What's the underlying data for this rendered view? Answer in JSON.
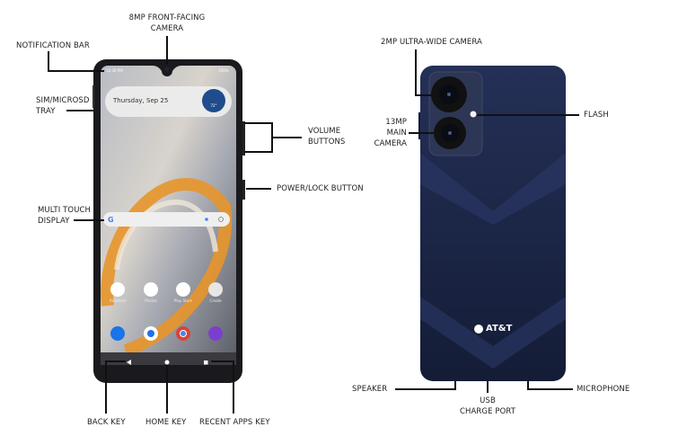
{
  "labels": {
    "front_camera": [
      "8MP FRONT-FACING",
      "CAMERA"
    ],
    "notification_bar": "NOTIFICATION BAR",
    "sim_tray": [
      "SIM/MICROSD",
      "TRAY"
    ],
    "volume_buttons": [
      "VOLUME",
      "BUTTONS"
    ],
    "power_button": "POWER/LOCK BUTTON",
    "multi_touch": [
      "MULTI TOUCH",
      "DISPLAY"
    ],
    "back_key": "BACK KEY",
    "home_key": "HOME KEY",
    "recent_apps_key": "RECENT APPS KEY",
    "ultra_wide_camera": "2MP ULTRA-WIDE CAMERA",
    "main_camera": [
      "13MP",
      "MAIN",
      "CAMERA"
    ],
    "flash": "FLASH",
    "speaker": "SPEAKER",
    "usb": [
      "USB",
      "CHARGE PORT"
    ],
    "microphone": "MICROPHONE"
  },
  "screen": {
    "time": "12:30 PM",
    "battery": "100%",
    "date": "Thursday, Sep 25",
    "weather_temp": "72°",
    "apps": [
      "Assistant",
      "Photos",
      "Play Store",
      "Create"
    ],
    "dock": [
      "phone-icon",
      "messages-icon",
      "chrome-icon",
      "camera-icon"
    ]
  },
  "brand": "AT&T",
  "colors": {
    "back_body": "#1c2747",
    "front_bezel": "#1a1a1e",
    "wallpaper_accent": "#e8952a",
    "leader_line": "#111111"
  }
}
